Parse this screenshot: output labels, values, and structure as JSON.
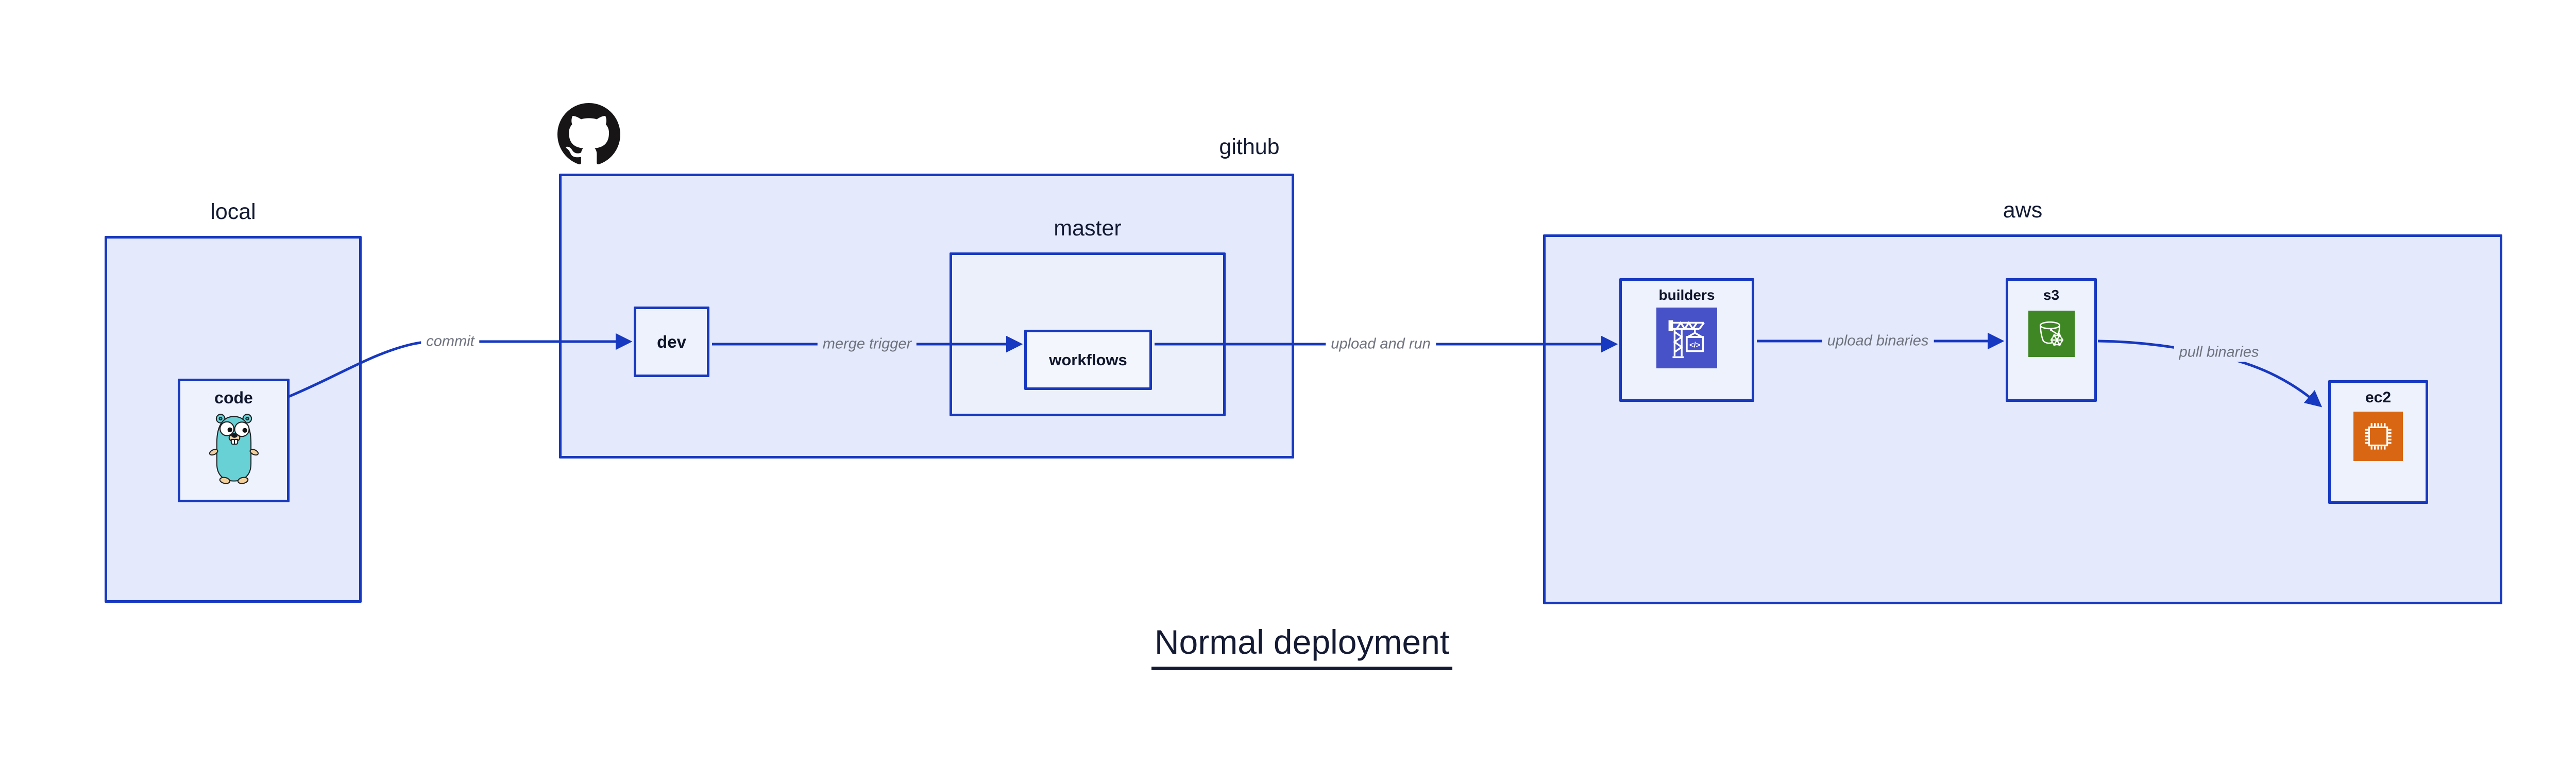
{
  "title": "Normal deployment",
  "diagram": {
    "groups": {
      "local": {
        "label": "local"
      },
      "github": {
        "label": "github"
      },
      "master": {
        "label": "master"
      },
      "aws": {
        "label": "aws"
      }
    },
    "nodes": {
      "code": {
        "label": "code",
        "icon": "go-gopher"
      },
      "dev": {
        "label": "dev"
      },
      "workflows": {
        "label": "workflows"
      },
      "builders": {
        "label": "builders",
        "icon": "aws-codebuild-crane"
      },
      "s3": {
        "label": "s3",
        "icon": "aws-s3-glacier-bucket"
      },
      "ec2": {
        "label": "ec2",
        "icon": "aws-ec2-chip"
      }
    },
    "edges": [
      {
        "from": "code",
        "to": "dev",
        "label": "commit"
      },
      {
        "from": "dev",
        "to": "workflows",
        "label": "merge trigger"
      },
      {
        "from": "workflows",
        "to": "builders",
        "label": "upload and run"
      },
      {
        "from": "builders",
        "to": "s3",
        "label": "upload binaries"
      },
      {
        "from": "s3",
        "to": "ec2",
        "label": "pull binaries"
      }
    ],
    "icons": {
      "github_logo": "github-octocat-mark",
      "codebuild_glyph": "</>"
    },
    "colors": {
      "outline_blue": "#1738c0",
      "group_fill": "#e4e9fb",
      "node_fill": "#eef2fc",
      "dark_text": "#131a33",
      "edge_label_gray": "#6e727d",
      "codebuild_indigo": "#4751c8",
      "s3_green": "#3f8624",
      "ec2_orange": "#d86613",
      "gopher_teal": "#67d1d6",
      "github_black": "#171515"
    }
  }
}
